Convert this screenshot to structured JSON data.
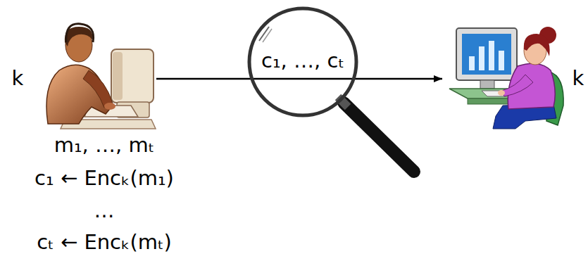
{
  "diagram": {
    "nodes": [
      {
        "text": [
          "k",
          "m₁, …, mₜ",
          "c₁ ← Encₖ(m₁)",
          "…",
          "cₜ ← Encₖ(mₜ)"
        ]
      },
      {
        "text": [
          "k"
        ]
      }
    ],
    "edges": [
      {
        "from": 0,
        "to": 1,
        "arrow": "to",
        "label": "c₁, …, cₜ"
      }
    ]
  }
}
